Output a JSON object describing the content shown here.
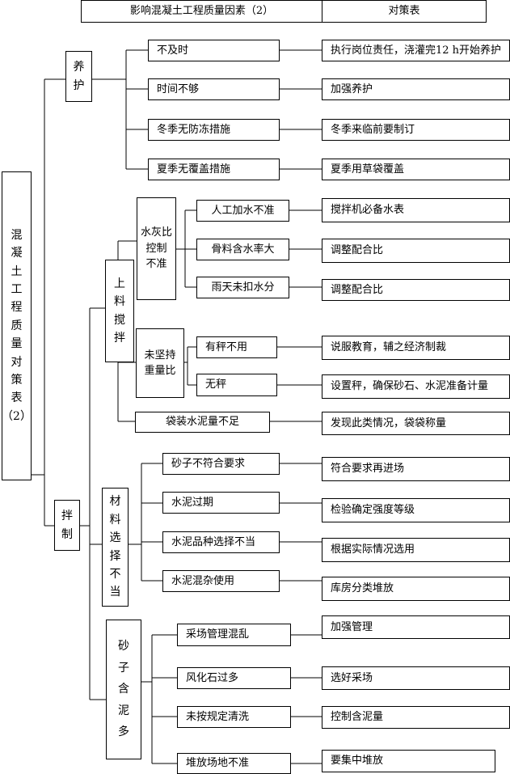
{
  "header": {
    "title": "影响混凝土工程质量因素（2）",
    "countermeasure": "对策表"
  },
  "root": [
    "混",
    "凝",
    "土",
    "工",
    "程",
    "质",
    "量",
    "对",
    "策",
    "表",
    "（2）"
  ],
  "yanghu": {
    "label": [
      "养",
      "护"
    ],
    "causes": [
      "不及时",
      "时间不够",
      "冬季无防冻措施",
      "夏季无覆盖措施"
    ],
    "measures": [
      "执行岗位责任，浇灌完12 h开始养护",
      "加强养护",
      "冬季来临前要制订",
      "夏季用草袋覆盖"
    ]
  },
  "banzhi": {
    "label": [
      "拌",
      "制"
    ],
    "shangliao": {
      "label": [
        "上",
        "料",
        "搅",
        "拌"
      ],
      "shuihui": {
        "label": [
          "水灰比",
          "控制",
          "不准"
        ],
        "causes": [
          "人工加水不准",
          "骨料含水率大",
          "雨天未扣水分"
        ],
        "measures": [
          "搅拌机必备水表",
          "调整配合比",
          "调整配合比"
        ]
      },
      "weijianchi": {
        "label": [
          "未坚持",
          "重量比"
        ],
        "causes": [
          "有秤不用",
          "无秤"
        ],
        "measures": [
          "说服教育，辅之经济制裁",
          "设置秤，确保砂石、水泥准备计量"
        ]
      },
      "daizhuang": {
        "cause": "袋装水泥量不足",
        "measure": "发现此类情况，袋袋称量"
      }
    },
    "cailiao": {
      "label": [
        "材",
        "料",
        "选",
        "择",
        "不",
        "当"
      ],
      "causes": [
        "砂子不符合要求",
        "水泥过期",
        "水泥品种选择不当",
        "水泥混杂使用"
      ],
      "measures": [
        "符合要求再进场",
        "检验确定强度等级",
        "根据实际情况选用",
        "库房分类堆放"
      ]
    },
    "shazi": {
      "label": [
        "砂",
        "子",
        "含",
        "泥",
        "多"
      ],
      "causes": [
        "采场管理混乱",
        "风化石过多",
        "未按规定清洗",
        "堆放场地不准"
      ],
      "measures": [
        "加强管理",
        "选好采场",
        "控制含泥量",
        "要集中堆放"
      ]
    }
  }
}
